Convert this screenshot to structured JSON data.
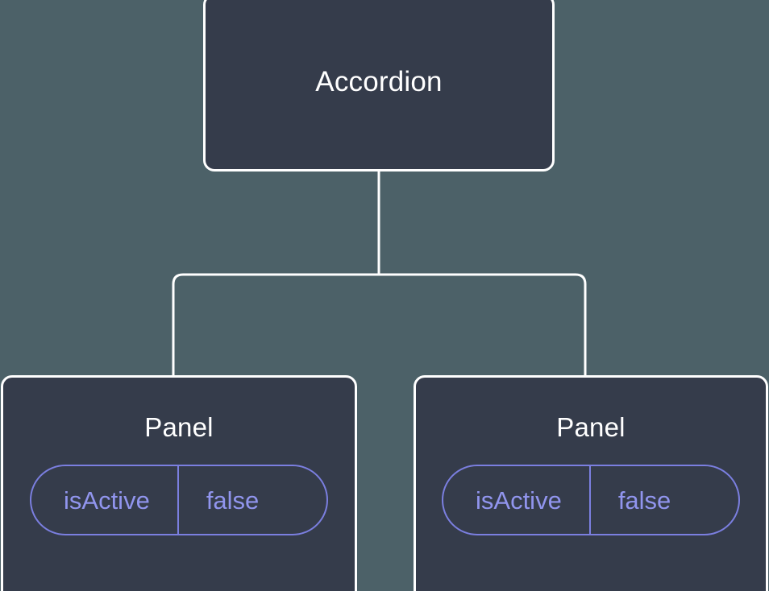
{
  "diagram": {
    "type": "component-tree",
    "background_color": "#4c6168",
    "node_fill_color": "#353c4b",
    "node_border_color": "#ffffff",
    "connector_color": "#ffffff",
    "pill_border_color": "#7b7fe0",
    "pill_text_color": "#9195ee",
    "title_text_color": "#ffffff"
  },
  "root": {
    "label": "Accordion"
  },
  "children": [
    {
      "label": "Panel",
      "prop": {
        "key": "isActive",
        "value": "false"
      }
    },
    {
      "label": "Panel",
      "prop": {
        "key": "isActive",
        "value": "false"
      }
    }
  ]
}
